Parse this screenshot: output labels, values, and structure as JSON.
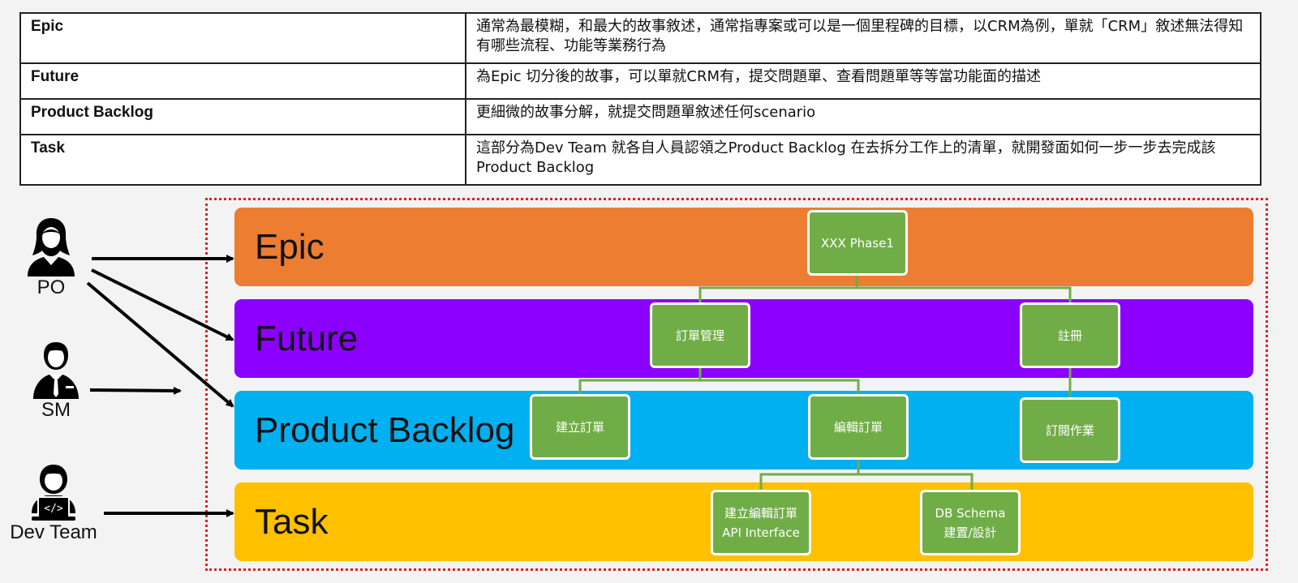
{
  "table": {
    "rows": [
      {
        "term": "Epic",
        "desc": "通常為最模糊，和最大的故事敘述，通常指專案或可以是一個里程碑的目標，以CRM為例，單就「CRM」敘述無法得知有哪些流程、功能等業務行為"
      },
      {
        "term": "Future",
        "desc": "為Epic 切分後的故事，可以單就CRM有，提交問題單、查看問題單等等當功能面的描述"
      },
      {
        "term": "Product Backlog",
        "desc": "更細微的故事分解，就提交問題單敘述任何scenario"
      },
      {
        "term": "Task",
        "desc": "這部分為Dev Team 就各自人員認領之Product Backlog 在去拆分工作上的清單，就開發面如何一步一步去完成該Product Backlog"
      }
    ]
  },
  "bands": {
    "epic": "Epic",
    "future": "Future",
    "backlog": "Product Backlog",
    "task": "Task"
  },
  "nodes": {
    "phase1": "XXX Phase1",
    "order_mgmt": "訂單管理",
    "register": "註冊",
    "create_order": "建立訂單",
    "edit_order": "編輯訂單",
    "subscribe": "訂閱作業",
    "api_task": "建立編輯訂單\nAPI Interface",
    "db_task": "DB Schema\n建置/設計"
  },
  "roles": {
    "po": "PO",
    "sm": "SM",
    "dev": "Dev Team"
  },
  "colors": {
    "epic": "#ed7d31",
    "future": "#8b00ff",
    "backlog": "#00b0f0",
    "task": "#ffc000",
    "node": "#70ad47",
    "frame": "#e02020"
  },
  "icons": [
    "female-person-icon",
    "male-person-tie-icon",
    "developer-laptop-icon"
  ]
}
